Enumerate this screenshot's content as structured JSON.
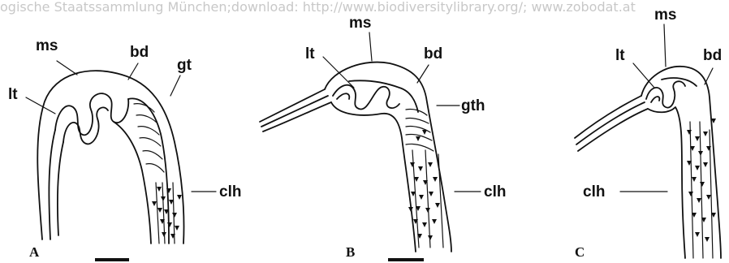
{
  "watermark": "ogische Staatssammlung München;download: http://www.biodiversitylibrary.org/; www.zobodat.at",
  "panels": [
    {
      "id": "A",
      "label": "A",
      "labels": {
        "ms": "ms",
        "bd": "bd",
        "lt": "lt",
        "gt": "gt",
        "clh": "clh"
      }
    },
    {
      "id": "B",
      "label": "B",
      "labels": {
        "ms": "ms",
        "bd": "bd",
        "lt": "lt",
        "gth": "gth",
        "clh": "clh"
      }
    },
    {
      "id": "C",
      "label": "C",
      "labels": {
        "ms": "ms",
        "bd": "bd",
        "lt": "lt",
        "clh": "clh"
      }
    }
  ]
}
